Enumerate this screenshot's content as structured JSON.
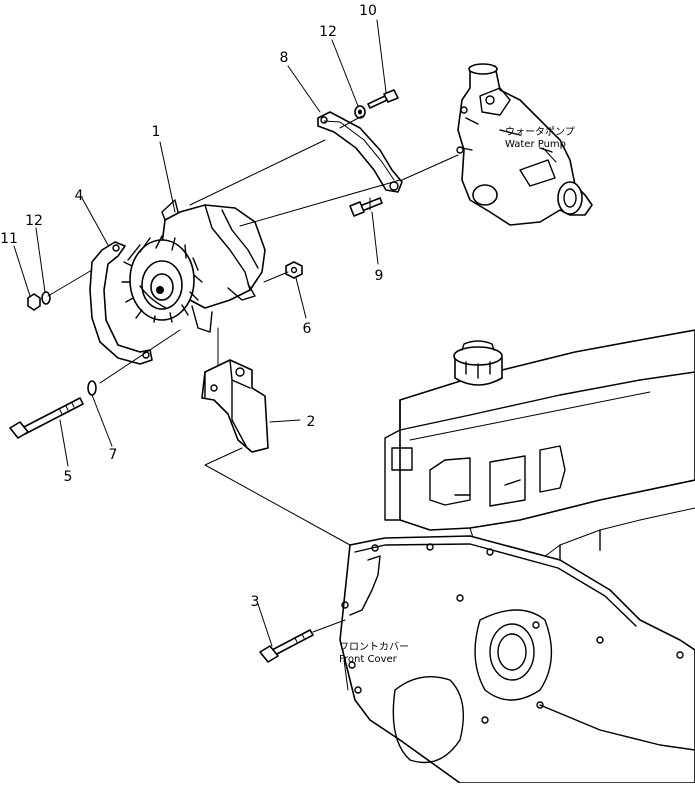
{
  "callouts": [
    "1",
    "2",
    "3",
    "4",
    "5",
    "6",
    "7",
    "8",
    "9",
    "10",
    "11",
    "12",
    "12"
  ],
  "labels": {
    "water_pump_jp": "ウォータポンプ",
    "water_pump_en": "Water Pump",
    "front_cover_jp": "フロントカバー",
    "front_cover_en": "Front Cover"
  }
}
